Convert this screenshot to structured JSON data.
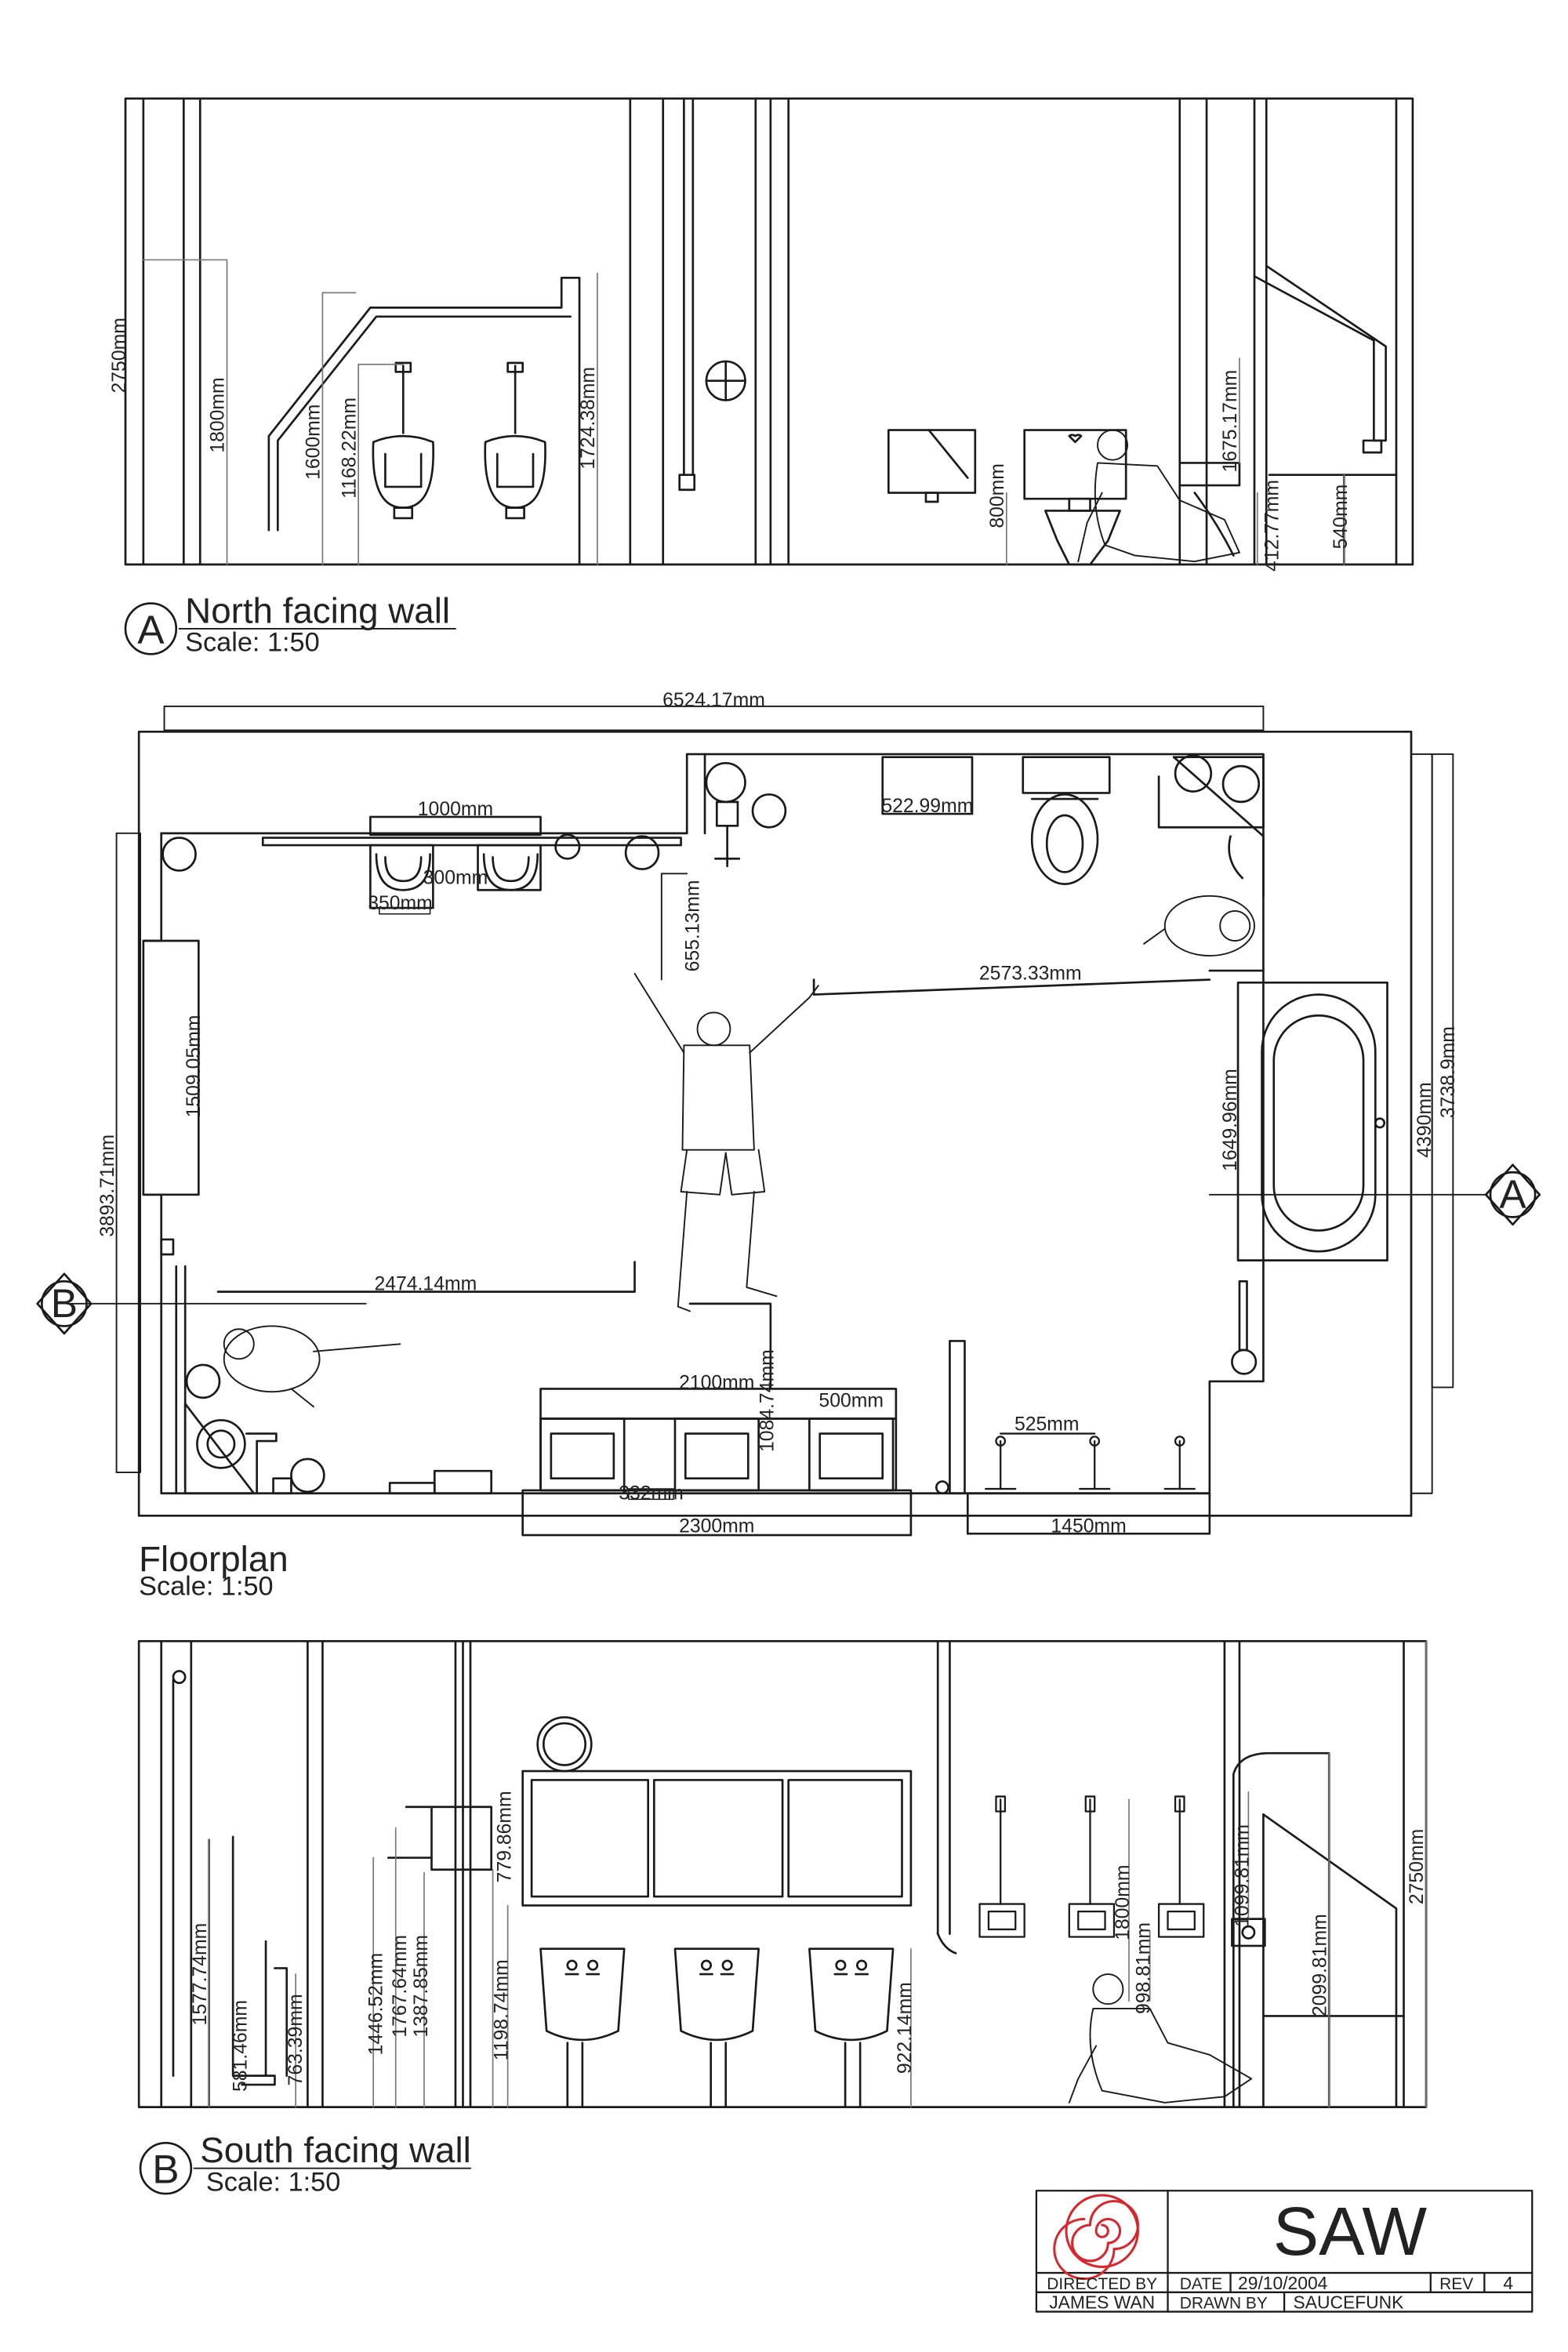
{
  "north_wall": {
    "marker": "A",
    "title": "North facing wall",
    "scale": "Scale: 1:50",
    "dims": [
      "2750mm",
      "1800mm",
      "1600mm",
      "1168.22mm",
      "1724.38mm",
      "800mm",
      "1675.17mm",
      "412.77mm",
      "540mm"
    ]
  },
  "floorplan": {
    "title": "Floorplan",
    "scale": "Scale: 1:50",
    "section_a": "A",
    "section_b": "B",
    "dims": [
      "6524.17mm",
      "1000mm",
      "522.99mm",
      "300mm",
      "350mm",
      "655.13mm",
      "2573.33mm",
      "1509.05mm",
      "3893.71mm",
      "1649.96mm",
      "4390mm",
      "3738.9mm",
      "2474.14mm",
      "2100mm",
      "1084.74mm",
      "500mm",
      "525mm",
      "332mm",
      "2300mm",
      "1450mm"
    ]
  },
  "south_wall": {
    "marker": "B",
    "title": "South facing wall",
    "scale": "Scale: 1:50",
    "dims": [
      "1577.74mm",
      "581.46mm",
      "763.39mm",
      "1446.52mm",
      "1767.64mm",
      "1387.85mm",
      "779.86mm",
      "1198.74mm",
      "922.14mm",
      "1800mm",
      "998.81mm",
      "1099.81mm",
      "2099.81mm",
      "2750mm"
    ]
  },
  "title_block": {
    "project": "SAW",
    "directed_by_label": "DIRECTED BY",
    "director": "JAMES WAN",
    "date_label": "DATE",
    "date": "29/10/2004",
    "rev_label": "REV",
    "rev": "4",
    "drawn_by_label": "DRAWN BY",
    "drawn_by": "SAUCEFUNK"
  },
  "colors": {
    "line": "#1a1a1a",
    "dim_line": "#7a7a7a",
    "logo": "#d9262c"
  },
  "icons": [
    "spiral-logo-icon",
    "section-marker-icon",
    "urinal-icon",
    "sink-icon",
    "toilet-icon",
    "bathtub-icon",
    "human-figure-icon"
  ]
}
